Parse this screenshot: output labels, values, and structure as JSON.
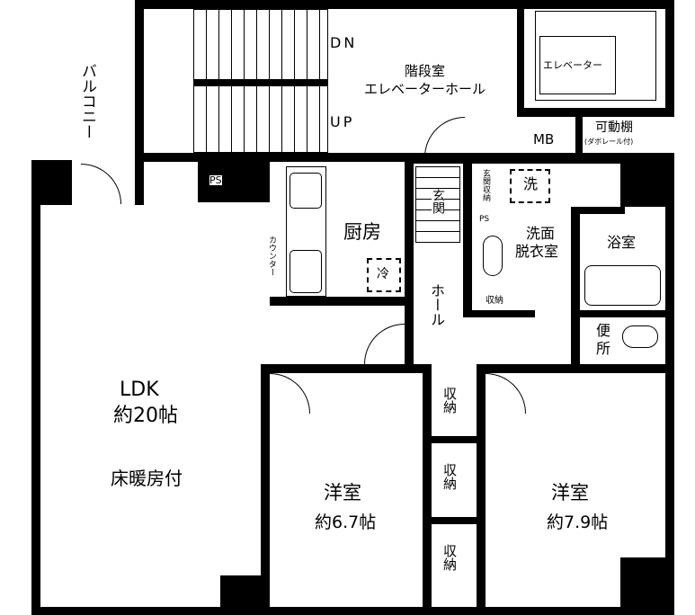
{
  "rooms": {
    "balcony": "バルコニー",
    "stair_dn": "DN",
    "stair_up": "UP",
    "stair_hall_1": "階段室",
    "stair_hall_2": "エレベーターホール",
    "elevator": "エレベーター",
    "mb": "MB",
    "shelf": "可動棚",
    "shelf_note": "(ダボレール付)",
    "ps_1": "PS",
    "ps_2": "PS",
    "washer": "洗",
    "entry_storage": "玄関収納",
    "entrance": "玄関",
    "kitchen": "厨房",
    "fridge": "冷",
    "counter": "カウンター",
    "washroom_1": "洗面",
    "washroom_2": "脱衣室",
    "bath": "浴室",
    "toilet_1": "便",
    "toilet_2": "所",
    "hall": "ホール",
    "storage_small": "収納",
    "storage_1": "収納",
    "storage_2": "収納",
    "storage_3": "収納",
    "ldk": "LDK",
    "ldk_size": "約20帖",
    "ldk_note": "床暖房付",
    "room1": "洋室",
    "room1_size": "約6.7帖",
    "room2": "洋室",
    "room2_size": "約7.9帖"
  }
}
